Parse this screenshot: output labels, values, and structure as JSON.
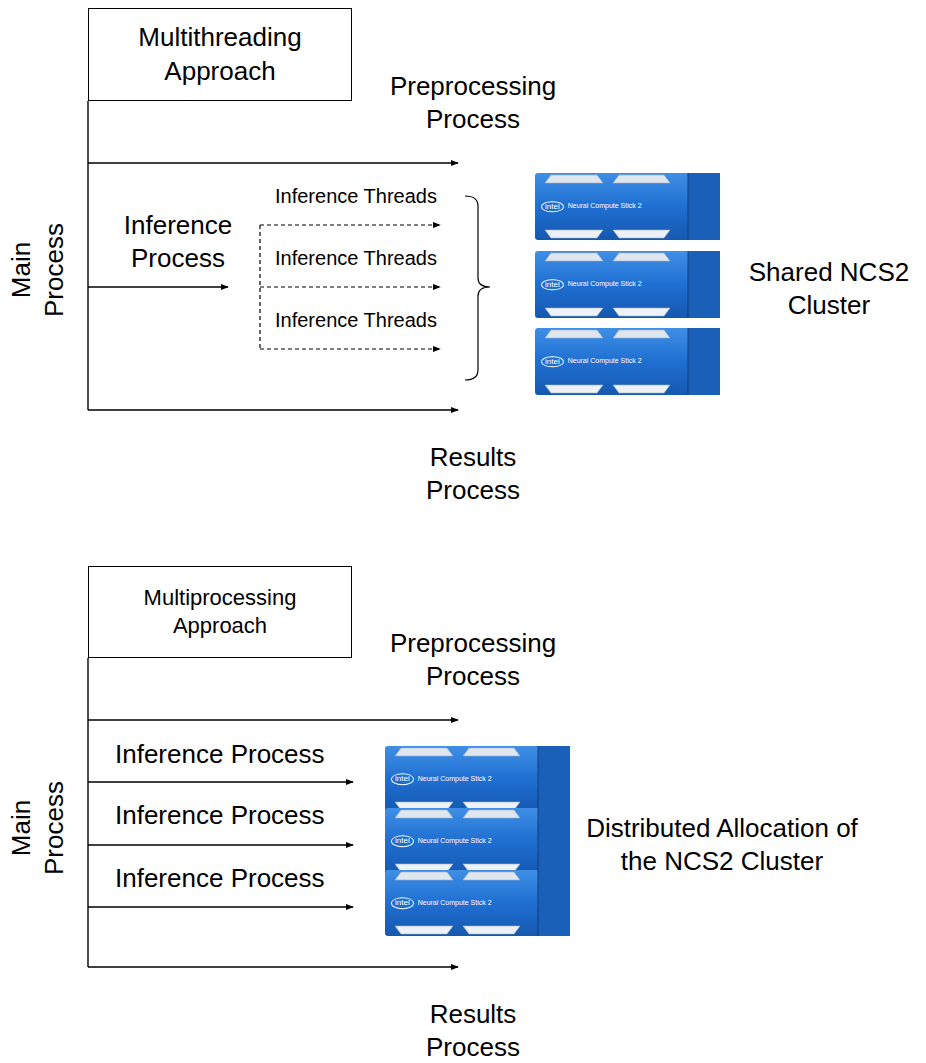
{
  "diagram": {
    "nodes": [
      {
        "text": [
          "Multithreading Approach"
        ]
      },
      {
        "text": [
          "intel",
          "Neural Compute Stick 2"
        ]
      },
      {
        "text": [
          "intel",
          "Neural Compute Stick 2"
        ]
      },
      {
        "text": [
          "intel",
          "Neural Compute Stick 2"
        ]
      },
      {
        "text": [
          "Multiprocessing Approach"
        ]
      },
      {
        "text": [
          "intel",
          "Neural Compute Stick 2"
        ]
      },
      {
        "text": [
          "intel",
          "Neural Compute Stick 2"
        ]
      },
      {
        "text": [
          "intel",
          "Neural Compute Stick 2"
        ]
      }
    ],
    "labels": [
      "Main Process",
      "Preprocessing Process",
      "Inference Process",
      "Inference Threads",
      "Inference Threads",
      "Inference Threads",
      "Shared NCS2 Cluster",
      "Results Process",
      "Main Process",
      "Preprocessing Process",
      "Inference Process",
      "Inference Process",
      "Inference Process",
      "Distributed Allocation of the NCS2 Cluster",
      "Results Process"
    ]
  }
}
